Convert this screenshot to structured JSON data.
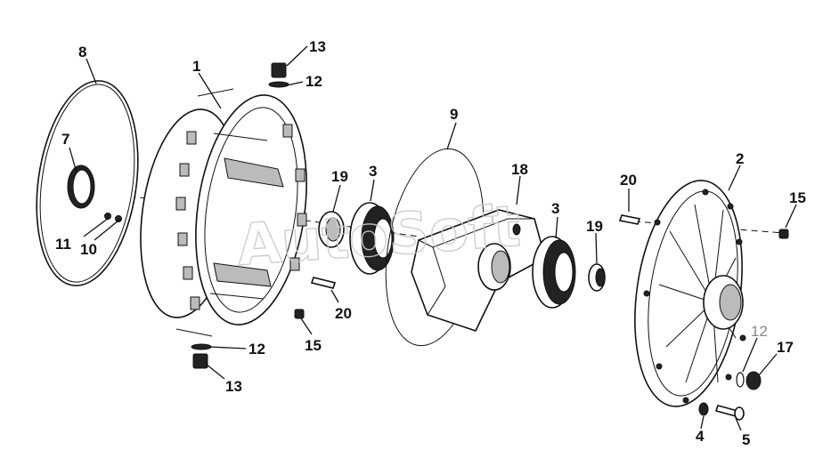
{
  "diagram": {
    "watermark": "AutoSoft",
    "callouts": [
      {
        "id": "c8",
        "text": "8"
      },
      {
        "id": "c1",
        "text": "1"
      },
      {
        "id": "c13a",
        "text": "13"
      },
      {
        "id": "c12a",
        "text": "12"
      },
      {
        "id": "c7",
        "text": "7"
      },
      {
        "id": "c9",
        "text": "9"
      },
      {
        "id": "c19a",
        "text": "19"
      },
      {
        "id": "c3a",
        "text": "3"
      },
      {
        "id": "c18",
        "text": "18"
      },
      {
        "id": "c11",
        "text": "11"
      },
      {
        "id": "c10",
        "text": "10"
      },
      {
        "id": "c20a",
        "text": "20"
      },
      {
        "id": "c3b",
        "text": "3"
      },
      {
        "id": "c19b",
        "text": "19"
      },
      {
        "id": "c2",
        "text": "2"
      },
      {
        "id": "c15a",
        "text": "15"
      },
      {
        "id": "c20b",
        "text": "20"
      },
      {
        "id": "c15b",
        "text": "15"
      },
      {
        "id": "c12b",
        "text": "12"
      },
      {
        "id": "c13b",
        "text": "13"
      },
      {
        "id": "c12c",
        "text": "12"
      },
      {
        "id": "c17",
        "text": "17"
      },
      {
        "id": "c4",
        "text": "4"
      },
      {
        "id": "c5",
        "text": "5"
      }
    ]
  }
}
